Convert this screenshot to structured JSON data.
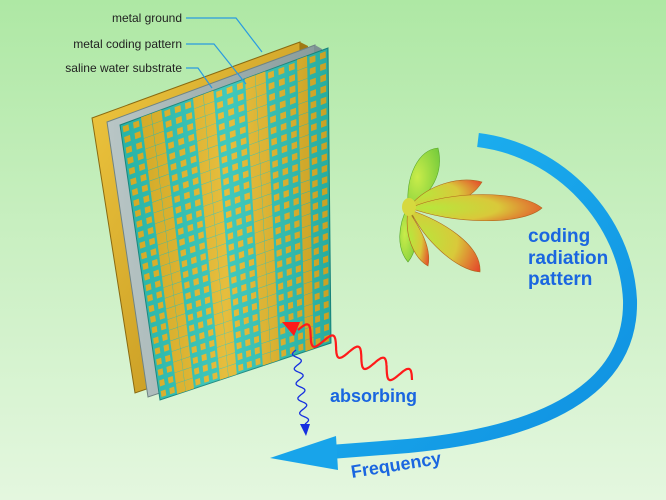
{
  "labels": {
    "metal_ground": "metal ground",
    "metal_coding_pattern": "metal coding pattern",
    "saline_water_substrate": "saline water substrate"
  },
  "annotations": {
    "coding_line1": "coding",
    "coding_line2": "radiation",
    "coding_line3": "pattern",
    "absorbing": "absorbing",
    "frequency": "Frequency"
  },
  "colors": {
    "background_top": "#aee8a4",
    "background_bottom": "#e4f7df",
    "ground_plate": "#d9ae28",
    "substrate_plate": "#9fb5b5",
    "coding_base": "#2cc3b5",
    "coding_metal": "#e3b628",
    "annotation_text": "#1a66e0",
    "frequency_arrow": "#18a4ea",
    "incident_wave": "#ff1a1a",
    "absorbed_wave": "#1530e0"
  }
}
